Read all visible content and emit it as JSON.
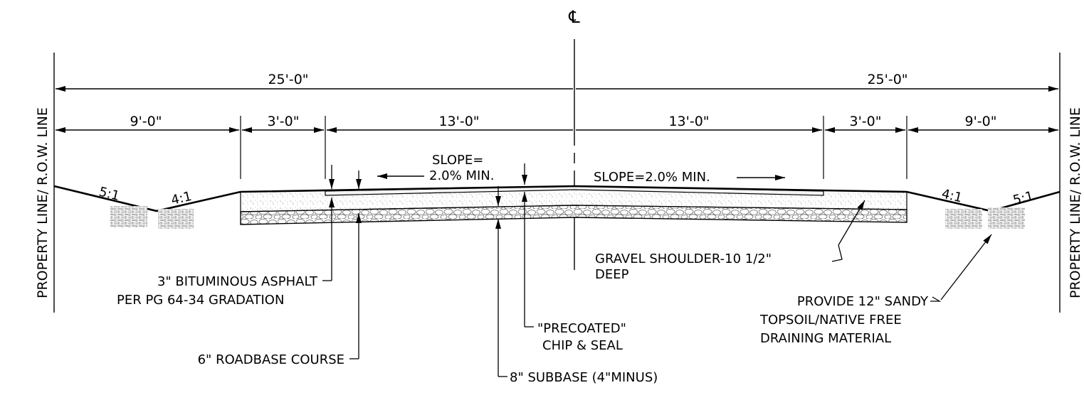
{
  "centerline_symbol": "℄",
  "dimensions": {
    "total_left": "25'-0\"",
    "total_right": "25'-0\"",
    "ditch_left": "9'-0\"",
    "shoulder_left": "3'-0\"",
    "lane_left": "13'-0\"",
    "lane_right": "13'-0\"",
    "shoulder_right": "3'-0\"",
    "ditch_right": "9'-0\""
  },
  "side_labels": {
    "left": "PROPERTY LINE/ R.O.W. LINE",
    "right": "PROPERTY LINE/ R.O.W. LINE"
  },
  "slopes": {
    "left_outer": "5:1",
    "left_inner": "4:1",
    "right_inner": "4:1",
    "right_outer": "5:1",
    "left_lane_line1": "SLOPE=",
    "left_lane_line2": "2.0% MIN.",
    "right_lane": "SLOPE=2.0% MIN."
  },
  "callouts": {
    "asphalt_line1": "3\" BITUMINOUS ASPHALT",
    "asphalt_line2": "PER PG 64-34 GRADATION",
    "roadbase": "6\" ROADBASE COURSE",
    "chip_line1": "\"PRECOATED\"",
    "chip_line2": "CHIP & SEAL",
    "subbase": "8\" SUBBASE (4\"MINUS)",
    "gravel_line1": "GRAVEL SHOULDER-10 1/2\"",
    "gravel_line2": "DEEP",
    "topsoil_line1": "PROVIDE 12\" SANDY",
    "topsoil_line2": "TOPSOIL/NATIVE FREE",
    "topsoil_line3": "DRAINING MATERIAL"
  }
}
